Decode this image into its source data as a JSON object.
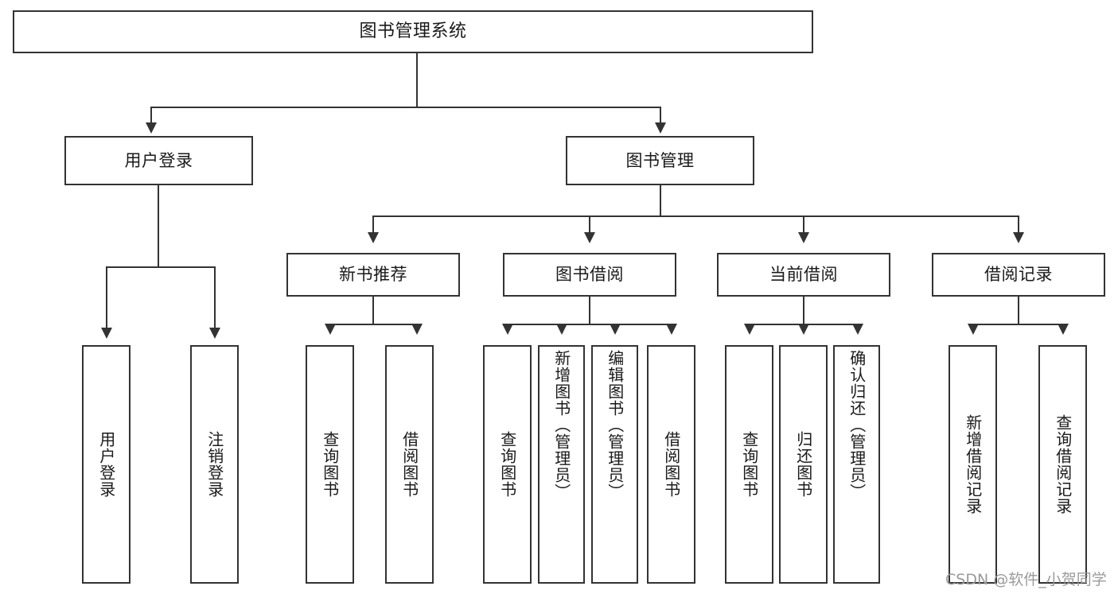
{
  "diagram": {
    "type": "tree",
    "title": "图书管理系统",
    "root": {
      "id": "root",
      "label": "图书管理系统"
    },
    "level2": [
      {
        "id": "user-login",
        "label": "用户登录"
      },
      {
        "id": "book-manage",
        "label": "图书管理"
      }
    ],
    "level3": [
      {
        "id": "new-book-recommend",
        "label": "新书推荐",
        "parent": "book-manage"
      },
      {
        "id": "book-borrow",
        "label": "图书借阅",
        "parent": "book-manage"
      },
      {
        "id": "current-borrow",
        "label": "当前借阅",
        "parent": "book-manage"
      },
      {
        "id": "borrow-record",
        "label": "借阅记录",
        "parent": "book-manage"
      }
    ],
    "leaves": {
      "user_login": [
        {
          "id": "leaf-user-login",
          "label": "用户登录"
        },
        {
          "id": "leaf-user-logout",
          "label": "注销登录"
        }
      ],
      "new_book_recommend": [
        {
          "id": "leaf-query-book-1",
          "label": "查询图书"
        },
        {
          "id": "leaf-borrow-book-1",
          "label": "借阅图书"
        }
      ],
      "book_borrow": [
        {
          "id": "leaf-query-book-2",
          "label": "查询图书"
        },
        {
          "id": "leaf-add-book",
          "label": "新增图书（管理员）"
        },
        {
          "id": "leaf-edit-book",
          "label": "编辑图书（管理员）"
        },
        {
          "id": "leaf-borrow-book-2",
          "label": "借阅图书"
        }
      ],
      "current_borrow": [
        {
          "id": "leaf-query-book-3",
          "label": "查询图书"
        },
        {
          "id": "leaf-return-book",
          "label": "归还图书"
        },
        {
          "id": "leaf-confirm-return",
          "label": "确认归还（管理员）"
        }
      ],
      "borrow_record": [
        {
          "id": "leaf-add-record",
          "label": "新增借阅记录"
        },
        {
          "id": "leaf-query-record",
          "label": "查询借阅记录"
        }
      ]
    }
  },
  "watermark": {
    "text": "CSDN @软件_小贺同学"
  },
  "colors": {
    "stroke": "#333333",
    "background": "#ffffff",
    "text": "#1a1a1a",
    "watermark": "#9a9a9a"
  }
}
